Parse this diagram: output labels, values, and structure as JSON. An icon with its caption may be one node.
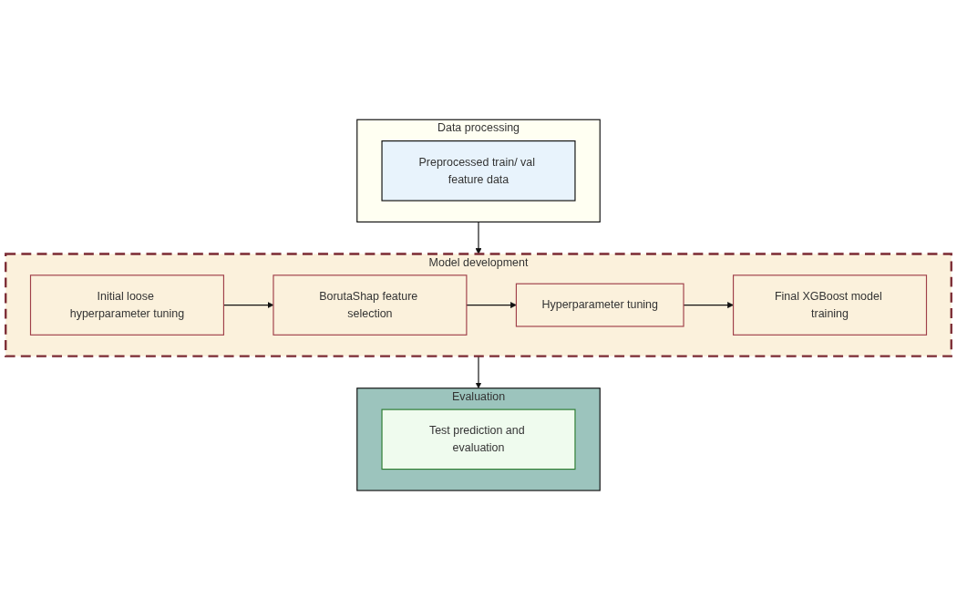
{
  "diagram": {
    "nodes": [
      {
        "text": [
          "Data processing"
        ]
      },
      {
        "text": [
          "Preprocessed train/ val feature data"
        ],
        "in": 0
      },
      {
        "text": [
          "Model development"
        ]
      },
      {
        "text": [
          "Initial loose hyperparameter tuning"
        ],
        "in": 2
      },
      {
        "text": [
          "BorutaShap feature selection"
        ],
        "in": 2
      },
      {
        "text": [
          "Hyperparameter tuning"
        ],
        "in": 2
      },
      {
        "text": [
          "Final XGBoost model training"
        ],
        "in": 2
      },
      {
        "text": [
          "Evaluation"
        ]
      },
      {
        "text": [
          "Test prediction and evaluation"
        ],
        "in": 7
      }
    ],
    "edges": [
      {
        "from": 0,
        "to": 2,
        "arrow": "to"
      },
      {
        "from": 3,
        "to": 4,
        "arrow": "to"
      },
      {
        "from": 4,
        "to": 5,
        "arrow": "to"
      },
      {
        "from": 5,
        "to": 6,
        "arrow": "to"
      },
      {
        "from": 2,
        "to": 7,
        "arrow": "to"
      }
    ]
  }
}
